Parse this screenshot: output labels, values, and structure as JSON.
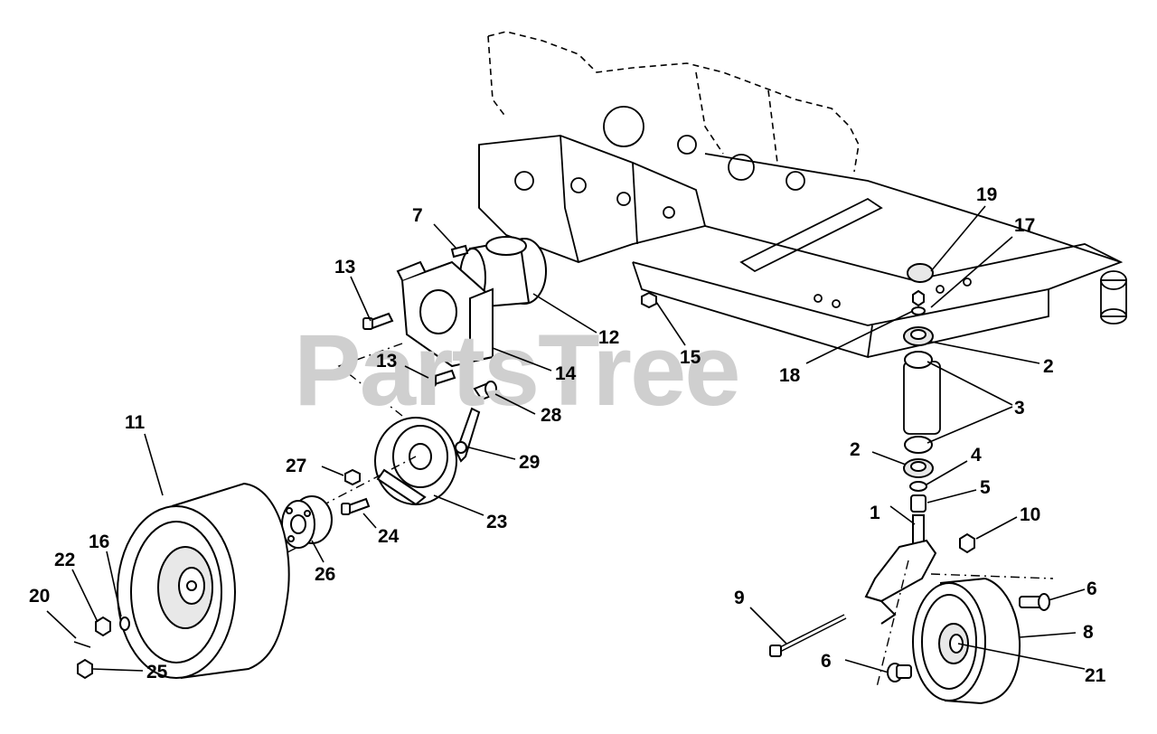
{
  "watermark": "PartsTree",
  "callouts": [
    {
      "id": "c-1",
      "text": "1"
    },
    {
      "id": "c-2a",
      "text": "2"
    },
    {
      "id": "c-2b",
      "text": "2"
    },
    {
      "id": "c-3",
      "text": "3"
    },
    {
      "id": "c-4",
      "text": "4"
    },
    {
      "id": "c-5",
      "text": "5"
    },
    {
      "id": "c-6a",
      "text": "6"
    },
    {
      "id": "c-6b",
      "text": "6"
    },
    {
      "id": "c-7",
      "text": "7"
    },
    {
      "id": "c-8",
      "text": "8"
    },
    {
      "id": "c-9",
      "text": "9"
    },
    {
      "id": "c-10",
      "text": "10"
    },
    {
      "id": "c-11",
      "text": "11"
    },
    {
      "id": "c-12",
      "text": "12"
    },
    {
      "id": "c-13a",
      "text": "13"
    },
    {
      "id": "c-13b",
      "text": "13"
    },
    {
      "id": "c-14",
      "text": "14"
    },
    {
      "id": "c-15",
      "text": "15"
    },
    {
      "id": "c-16",
      "text": "16"
    },
    {
      "id": "c-17",
      "text": "17"
    },
    {
      "id": "c-18",
      "text": "18"
    },
    {
      "id": "c-19",
      "text": "19"
    },
    {
      "id": "c-20",
      "text": "20"
    },
    {
      "id": "c-21",
      "text": "21"
    },
    {
      "id": "c-22",
      "text": "22"
    },
    {
      "id": "c-23",
      "text": "23"
    },
    {
      "id": "c-24",
      "text": "24"
    },
    {
      "id": "c-25",
      "text": "25"
    },
    {
      "id": "c-26",
      "text": "26"
    },
    {
      "id": "c-27",
      "text": "27"
    },
    {
      "id": "c-28",
      "text": "28"
    },
    {
      "id": "c-29",
      "text": "29"
    }
  ]
}
